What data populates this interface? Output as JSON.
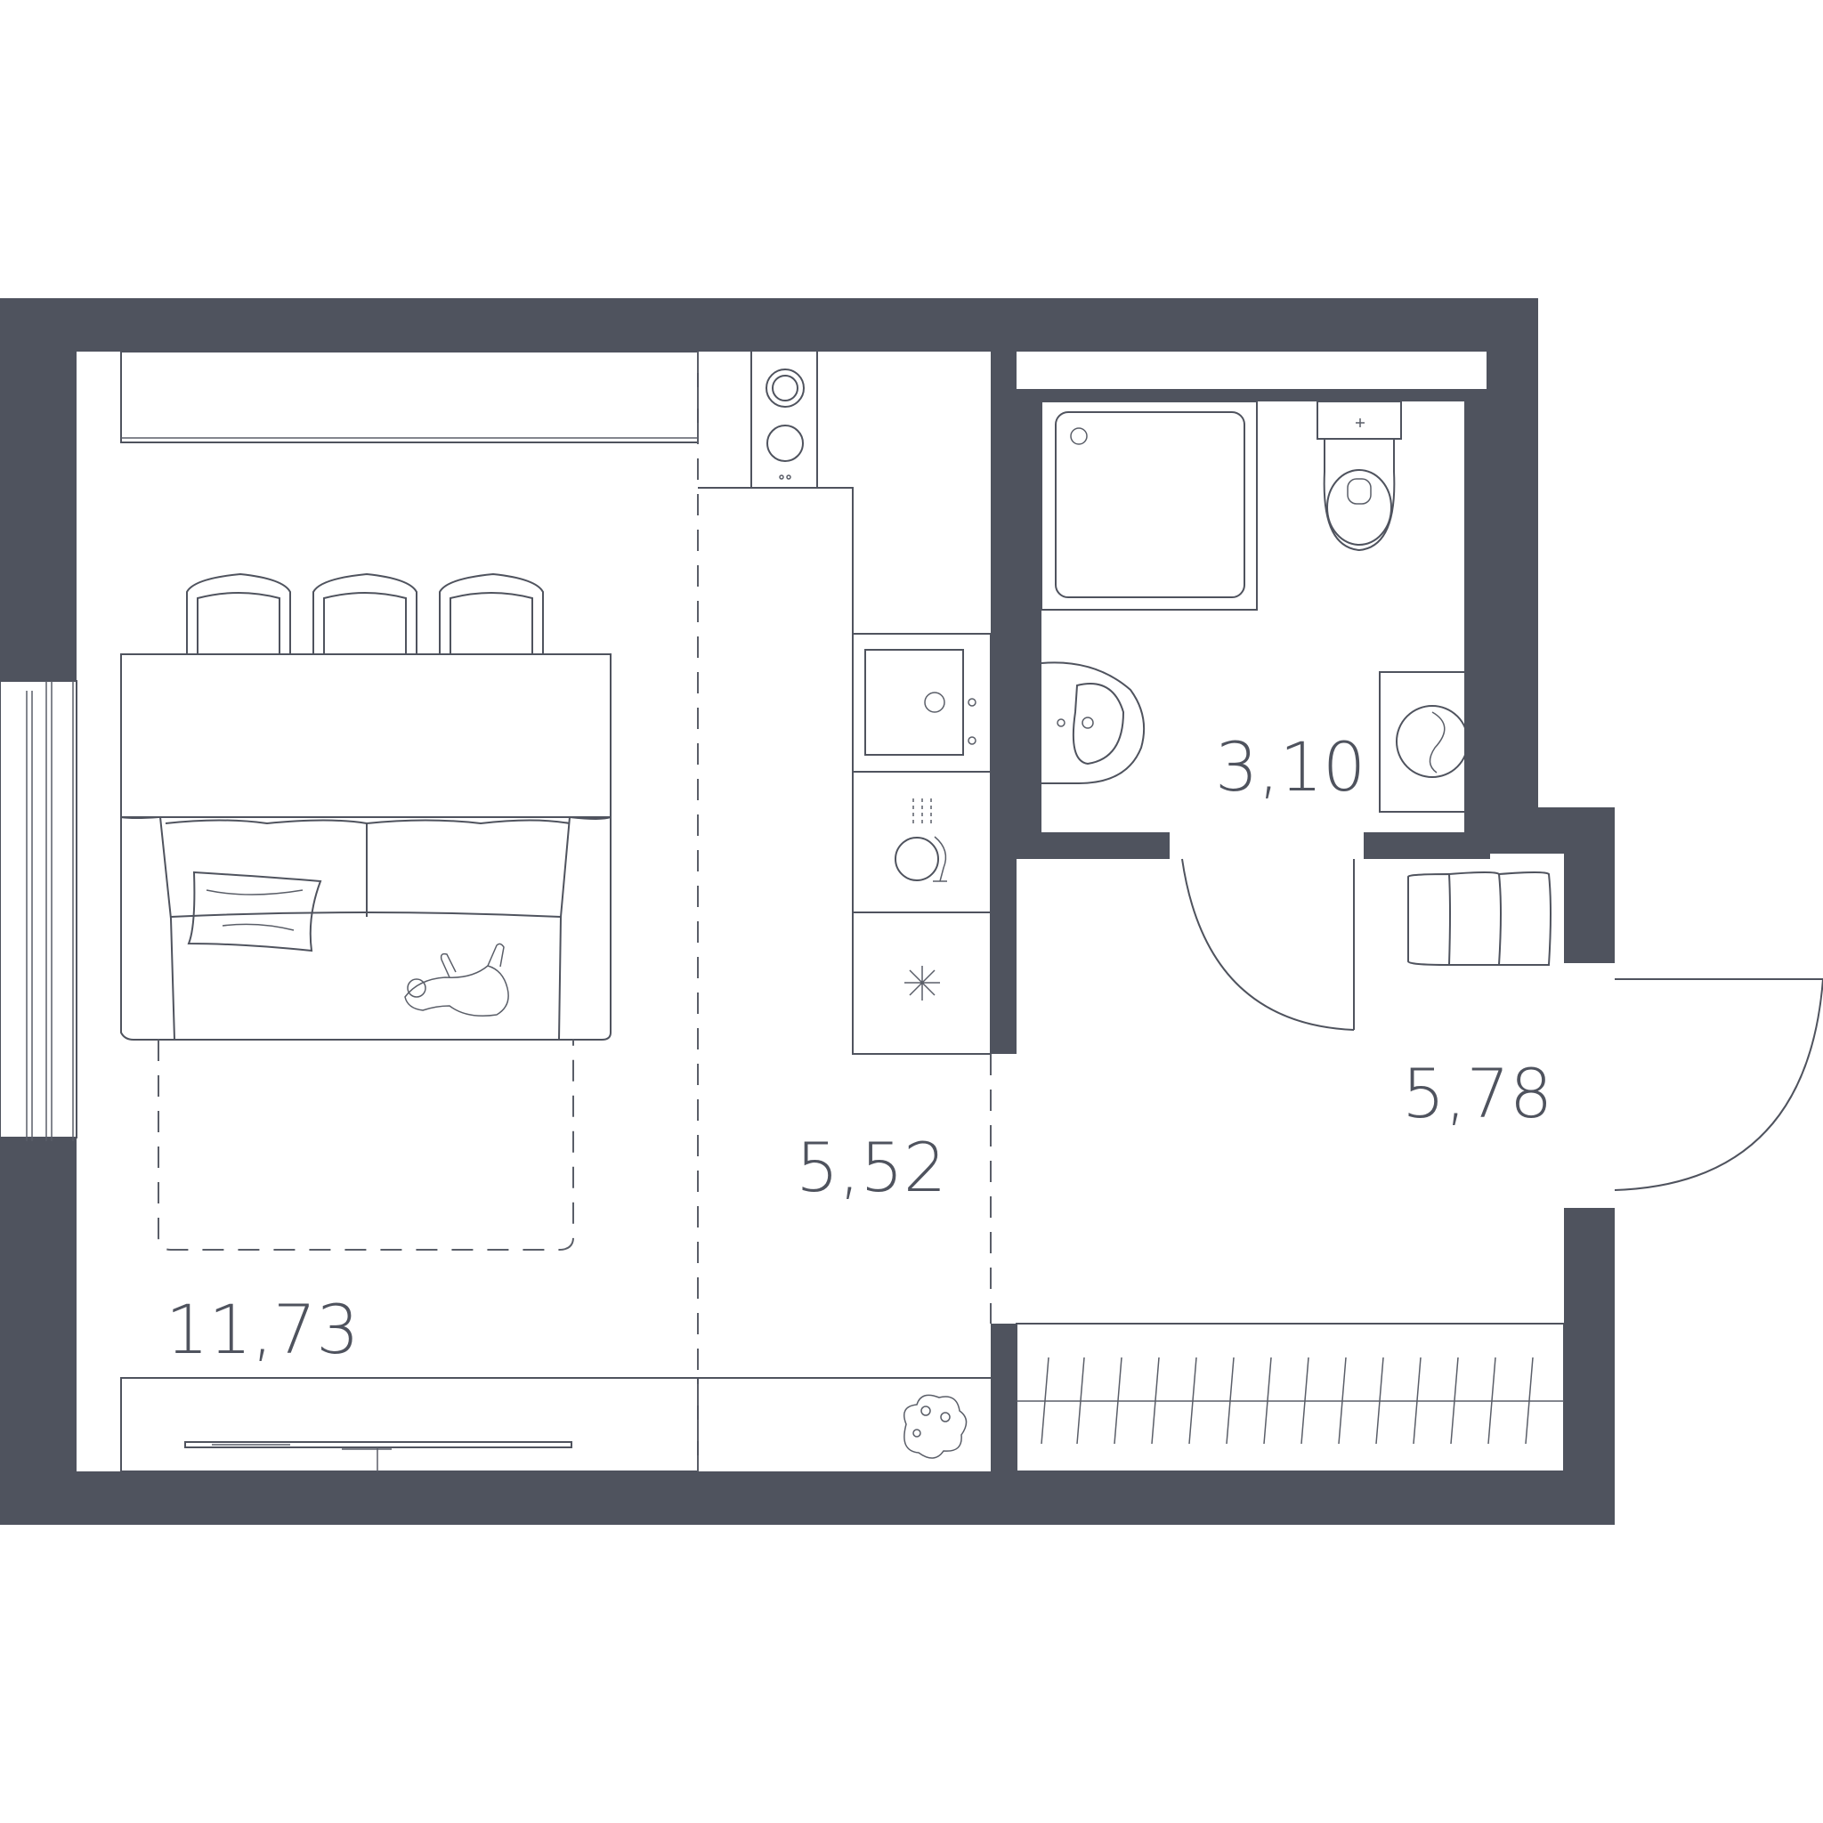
{
  "colors": {
    "wall": "#4f535e",
    "line": "#5a5e68",
    "background": "#ffffff"
  },
  "rooms": {
    "living": {
      "area": "11,73"
    },
    "kitchen": {
      "area": "5,52"
    },
    "bathroom": {
      "area": "3,10"
    },
    "hall": {
      "area": "5,78"
    }
  },
  "icons": [
    "stove-icon",
    "sink-icon",
    "dishwasher-icon",
    "fridge-icon",
    "shower-icon",
    "toilet-icon",
    "washbasin-icon",
    "washing-machine-icon",
    "dog-icon",
    "plant-icon"
  ]
}
